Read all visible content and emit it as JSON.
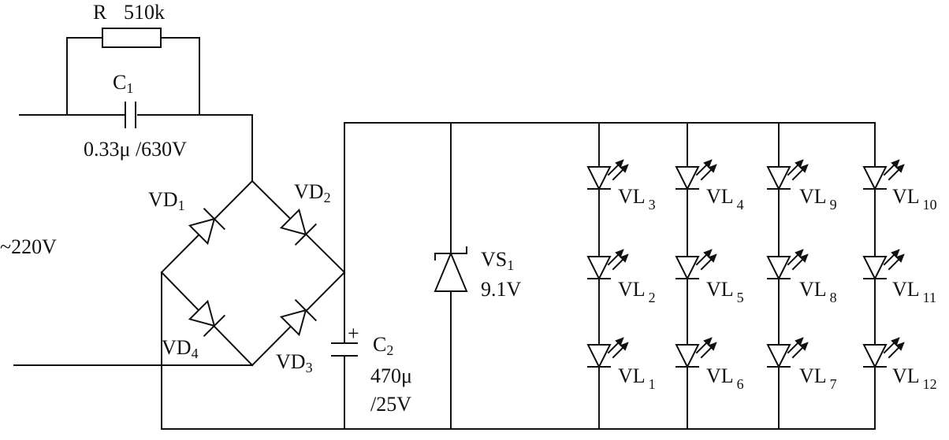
{
  "labels": {
    "r": {
      "name": "R",
      "value": "510k"
    },
    "c1": {
      "name": "C",
      "sub": "1",
      "value": "0.33μ /630V"
    },
    "source": {
      "text": "~220V"
    },
    "vd1": {
      "name": "VD",
      "sub": "1"
    },
    "vd2": {
      "name": "VD",
      "sub": "2"
    },
    "vd3": {
      "name": "VD",
      "sub": "3"
    },
    "vd4": {
      "name": "VD",
      "sub": "4"
    },
    "c2": {
      "name": "C",
      "sub": "2",
      "plus": "+",
      "value1": "470μ",
      "value2": "/25V"
    },
    "vs1": {
      "name": "VS",
      "sub": "1",
      "value": "9.1V"
    }
  },
  "leds": {
    "col1": [
      {
        "name": "VL",
        "sub": "3"
      },
      {
        "name": "VL",
        "sub": "2"
      },
      {
        "name": "VL",
        "sub": "1"
      }
    ],
    "col2": [
      {
        "name": "VL",
        "sub": "4"
      },
      {
        "name": "VL",
        "sub": "5"
      },
      {
        "name": "VL",
        "sub": "6"
      }
    ],
    "col3": [
      {
        "name": "VL",
        "sub": "9"
      },
      {
        "name": "VL",
        "sub": "8"
      },
      {
        "name": "VL",
        "sub": "7"
      }
    ],
    "col4": [
      {
        "name": "VL",
        "sub": "10"
      },
      {
        "name": "VL",
        "sub": "11"
      },
      {
        "name": "VL",
        "sub": "12"
      }
    ]
  }
}
